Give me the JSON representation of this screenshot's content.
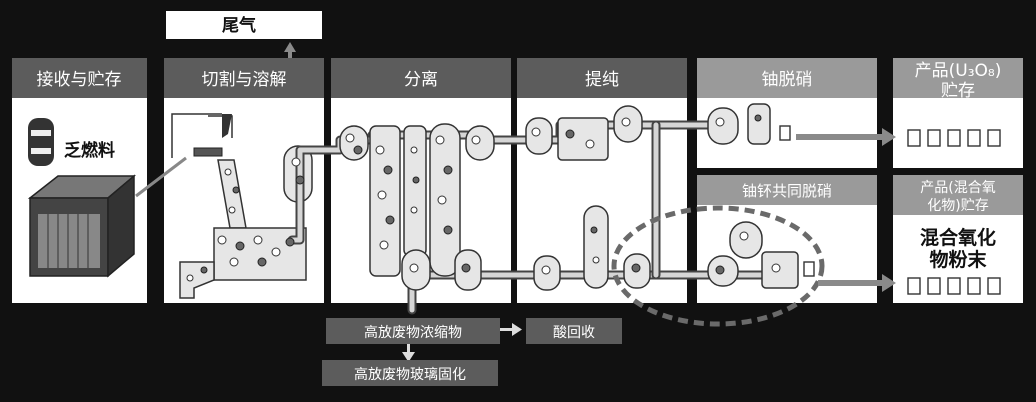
{
  "title_exhaust": "尾气",
  "stages": [
    {
      "label": "接收与贮存"
    },
    {
      "label": "切割与溶解"
    },
    {
      "label": "分离"
    },
    {
      "label": "提纯"
    },
    {
      "label": "铀脱硝"
    },
    {
      "label_line1": "产品(U₃O₈)",
      "label_line2": "贮存"
    }
  ],
  "co_denitration": "铀钚共同脱硝",
  "mixed_storage": {
    "line1": "产品(混合氧",
    "line2": "化物)贮存"
  },
  "mixed_powder": {
    "line1": "混合氧化",
    "line2": "物粉末"
  },
  "spent_fuel": "乏燃料",
  "flows": {
    "hlw_concentrate": "高放废物浓缩物",
    "acid_recovery": "酸回收",
    "hlw_vitrification": "高放废物玻璃固化"
  }
}
